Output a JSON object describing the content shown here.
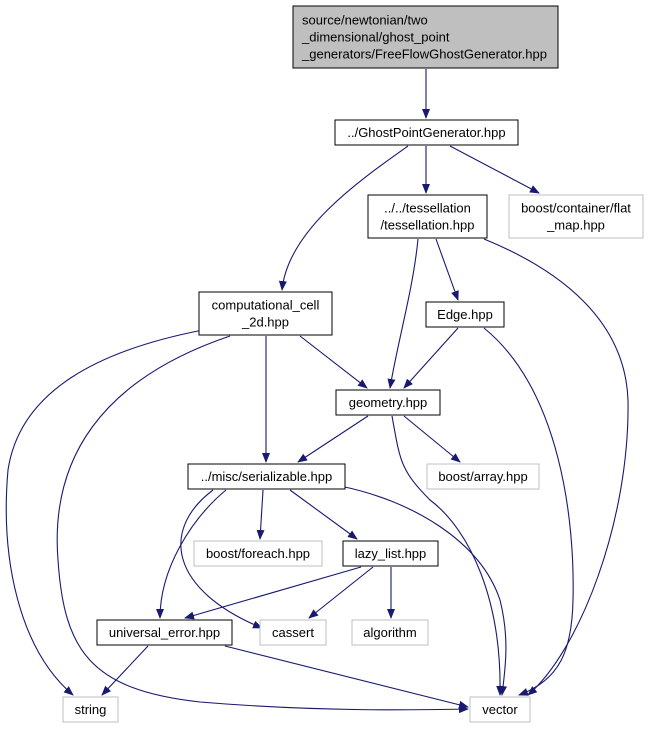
{
  "colors": {
    "edge": "#191970",
    "root_fill": "#bfbfbf",
    "node_border": "#000000",
    "external_border": "#bfbfbf",
    "background": "#ffffff"
  },
  "nodes": [
    {
      "id": "root",
      "kind": "root",
      "lines": [
        "source/newtonian/two",
        "_dimensional/ghost_point",
        "_generators/FreeFlowGhostGenerator.hpp"
      ]
    },
    {
      "id": "ghost_point_generator",
      "kind": "local",
      "lines": [
        "../GhostPointGenerator.hpp"
      ]
    },
    {
      "id": "tessellation",
      "kind": "local",
      "lines": [
        "../../tessellation",
        "/tessellation.hpp"
      ]
    },
    {
      "id": "flat_map",
      "kind": "external",
      "lines": [
        "boost/container/flat",
        "_map.hpp"
      ]
    },
    {
      "id": "computational_cell",
      "kind": "local",
      "lines": [
        "computational_cell",
        "_2d.hpp"
      ]
    },
    {
      "id": "edge",
      "kind": "local",
      "lines": [
        "Edge.hpp"
      ]
    },
    {
      "id": "geometry",
      "kind": "local",
      "lines": [
        "geometry.hpp"
      ]
    },
    {
      "id": "serializable",
      "kind": "local",
      "lines": [
        "../misc/serializable.hpp"
      ]
    },
    {
      "id": "boost_array",
      "kind": "external",
      "lines": [
        "boost/array.hpp"
      ]
    },
    {
      "id": "boost_foreach",
      "kind": "external",
      "lines": [
        "boost/foreach.hpp"
      ]
    },
    {
      "id": "lazy_list",
      "kind": "local",
      "lines": [
        "lazy_list.hpp"
      ]
    },
    {
      "id": "universal_error",
      "kind": "local",
      "lines": [
        "universal_error.hpp"
      ]
    },
    {
      "id": "cassert",
      "kind": "external",
      "lines": [
        "cassert"
      ]
    },
    {
      "id": "algorithm",
      "kind": "external",
      "lines": [
        "algorithm"
      ]
    },
    {
      "id": "string",
      "kind": "external",
      "lines": [
        "string"
      ]
    },
    {
      "id": "vector",
      "kind": "external",
      "lines": [
        "vector"
      ]
    }
  ],
  "edges": [
    {
      "from": "root",
      "to": "ghost_point_generator"
    },
    {
      "from": "ghost_point_generator",
      "to": "tessellation"
    },
    {
      "from": "ghost_point_generator",
      "to": "flat_map"
    },
    {
      "from": "ghost_point_generator",
      "to": "computational_cell"
    },
    {
      "from": "tessellation",
      "to": "edge"
    },
    {
      "from": "tessellation",
      "to": "geometry"
    },
    {
      "from": "tessellation",
      "to": "vector"
    },
    {
      "from": "computational_cell",
      "to": "geometry"
    },
    {
      "from": "computational_cell",
      "to": "serializable"
    },
    {
      "from": "computational_cell",
      "to": "string"
    },
    {
      "from": "computational_cell",
      "to": "vector"
    },
    {
      "from": "edge",
      "to": "geometry"
    },
    {
      "from": "edge",
      "to": "vector"
    },
    {
      "from": "geometry",
      "to": "serializable"
    },
    {
      "from": "geometry",
      "to": "boost_array"
    },
    {
      "from": "geometry",
      "to": "vector"
    },
    {
      "from": "serializable",
      "to": "boost_foreach"
    },
    {
      "from": "serializable",
      "to": "lazy_list"
    },
    {
      "from": "serializable",
      "to": "universal_error"
    },
    {
      "from": "serializable",
      "to": "cassert"
    },
    {
      "from": "serializable",
      "to": "vector"
    },
    {
      "from": "lazy_list",
      "to": "universal_error"
    },
    {
      "from": "lazy_list",
      "to": "cassert"
    },
    {
      "from": "lazy_list",
      "to": "algorithm"
    },
    {
      "from": "universal_error",
      "to": "string"
    },
    {
      "from": "universal_error",
      "to": "vector"
    }
  ]
}
